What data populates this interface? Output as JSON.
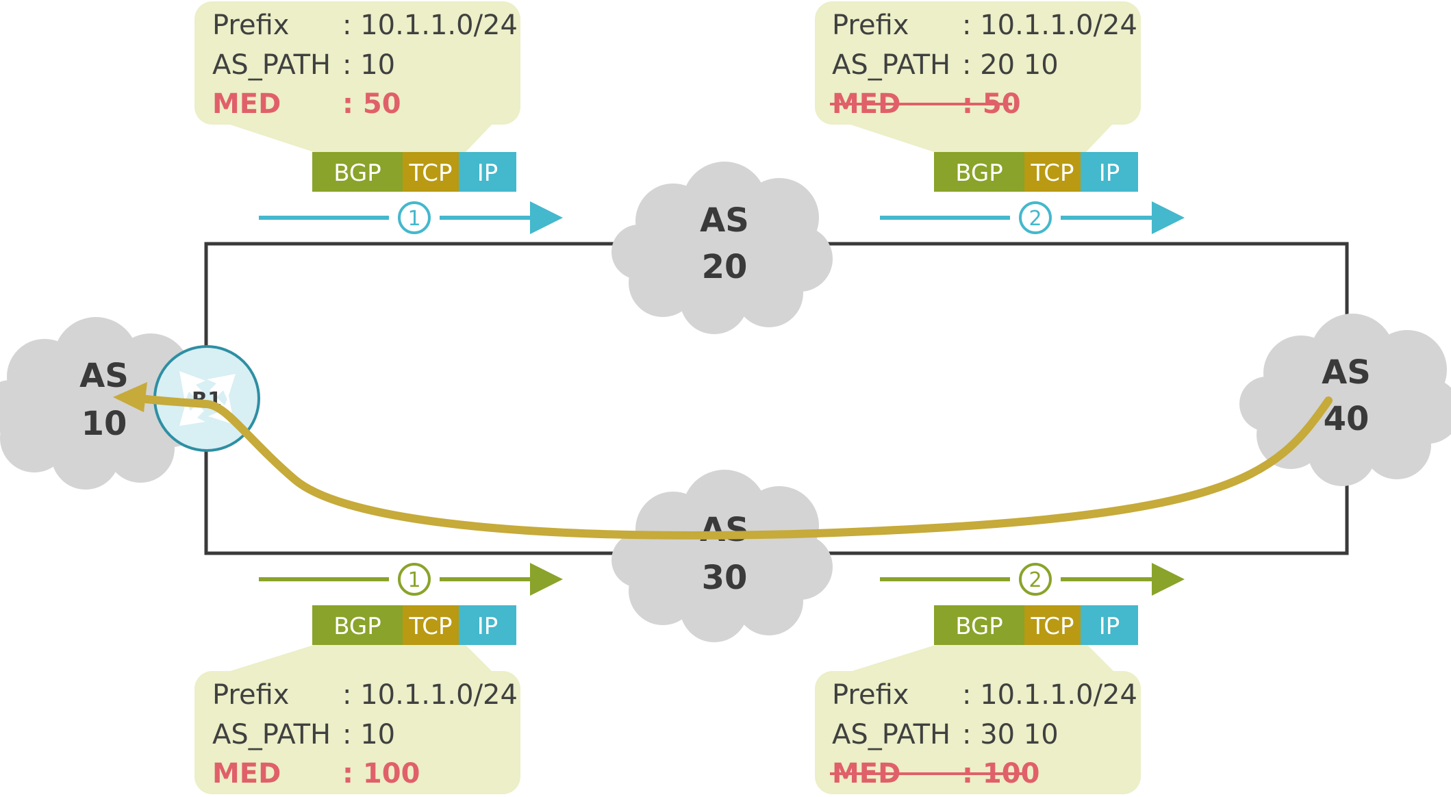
{
  "colors": {
    "cloud": "#d4d4d4",
    "callout_bg": "#ecefc7",
    "bgp": "#8aa32a",
    "tcp": "#b99a12",
    "ip": "#44b8cc",
    "arrow_top": "#44b8cc",
    "arrow_bottom": "#8aa32a",
    "med": "#e0606a",
    "path": "#c6aa3a",
    "router": "#d8eff4",
    "router_stroke": "#2e8fa3",
    "line": "#3a3a3a"
  },
  "clouds": {
    "as10": {
      "line1": "AS",
      "line2": "10"
    },
    "as20": {
      "line1": "AS",
      "line2": "20"
    },
    "as30": {
      "line1": "AS",
      "line2": "30"
    },
    "as40": {
      "line1": "AS",
      "line2": "40"
    }
  },
  "router": {
    "label": "R1"
  },
  "header": {
    "bgp": "BGP",
    "tcp": "TCP",
    "ip": "IP"
  },
  "steps": {
    "one": "1",
    "two": "2"
  },
  "callouts": [
    {
      "prefix_key": "Prefix",
      "prefix_val": ": 10.1.1.0/24",
      "path_key": "AS_PATH",
      "path_val": ": 10",
      "med_key": "MED",
      "med_val": ": 50",
      "struck": false
    },
    {
      "prefix_key": "Prefix",
      "prefix_val": ": 10.1.1.0/24",
      "path_key": "AS_PATH",
      "path_val": ": 20 10",
      "med_key": "MED",
      "med_val": ": 50",
      "struck": true
    },
    {
      "prefix_key": "Prefix",
      "prefix_val": ": 10.1.1.0/24",
      "path_key": "AS_PATH",
      "path_val": ": 10",
      "med_key": "MED",
      "med_val": ": 100",
      "struck": false
    },
    {
      "prefix_key": "Prefix",
      "prefix_val": ": 10.1.1.0/24",
      "path_key": "AS_PATH",
      "path_val": ": 30 10",
      "med_key": "MED",
      "med_val": ": 100",
      "struck": true
    }
  ]
}
